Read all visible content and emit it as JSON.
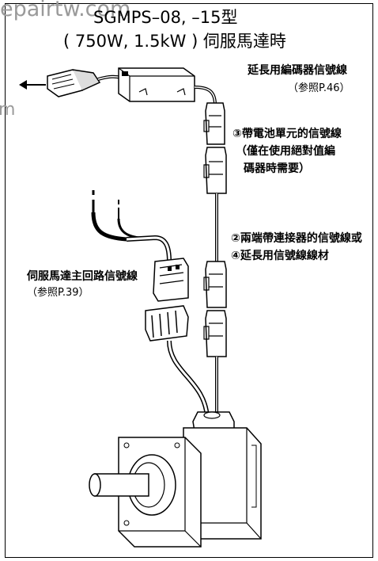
{
  "watermark": "epairtw.com",
  "watermark_fragment": "m",
  "title": {
    "line1": "SGMPS–08, –15型",
    "line2": "( 750W, 1.5kW ) 伺服馬達時"
  },
  "labels": {
    "encoder_cable": "延長用編碼器信號線",
    "encoder_ref": "（参照P.46）",
    "battery_cable_1": "③帶電池單元的信號線",
    "battery_cable_2": "（僅在使用絕對值編",
    "battery_cable_3": "碼器時需要）",
    "connector_cable_1": "②兩端帶連接器的信號線或",
    "connector_cable_2": "④延長用信號線線材",
    "main_circuit_cable": "伺服馬達主回路信號線",
    "main_circuit_ref": "（参照P.39）"
  }
}
